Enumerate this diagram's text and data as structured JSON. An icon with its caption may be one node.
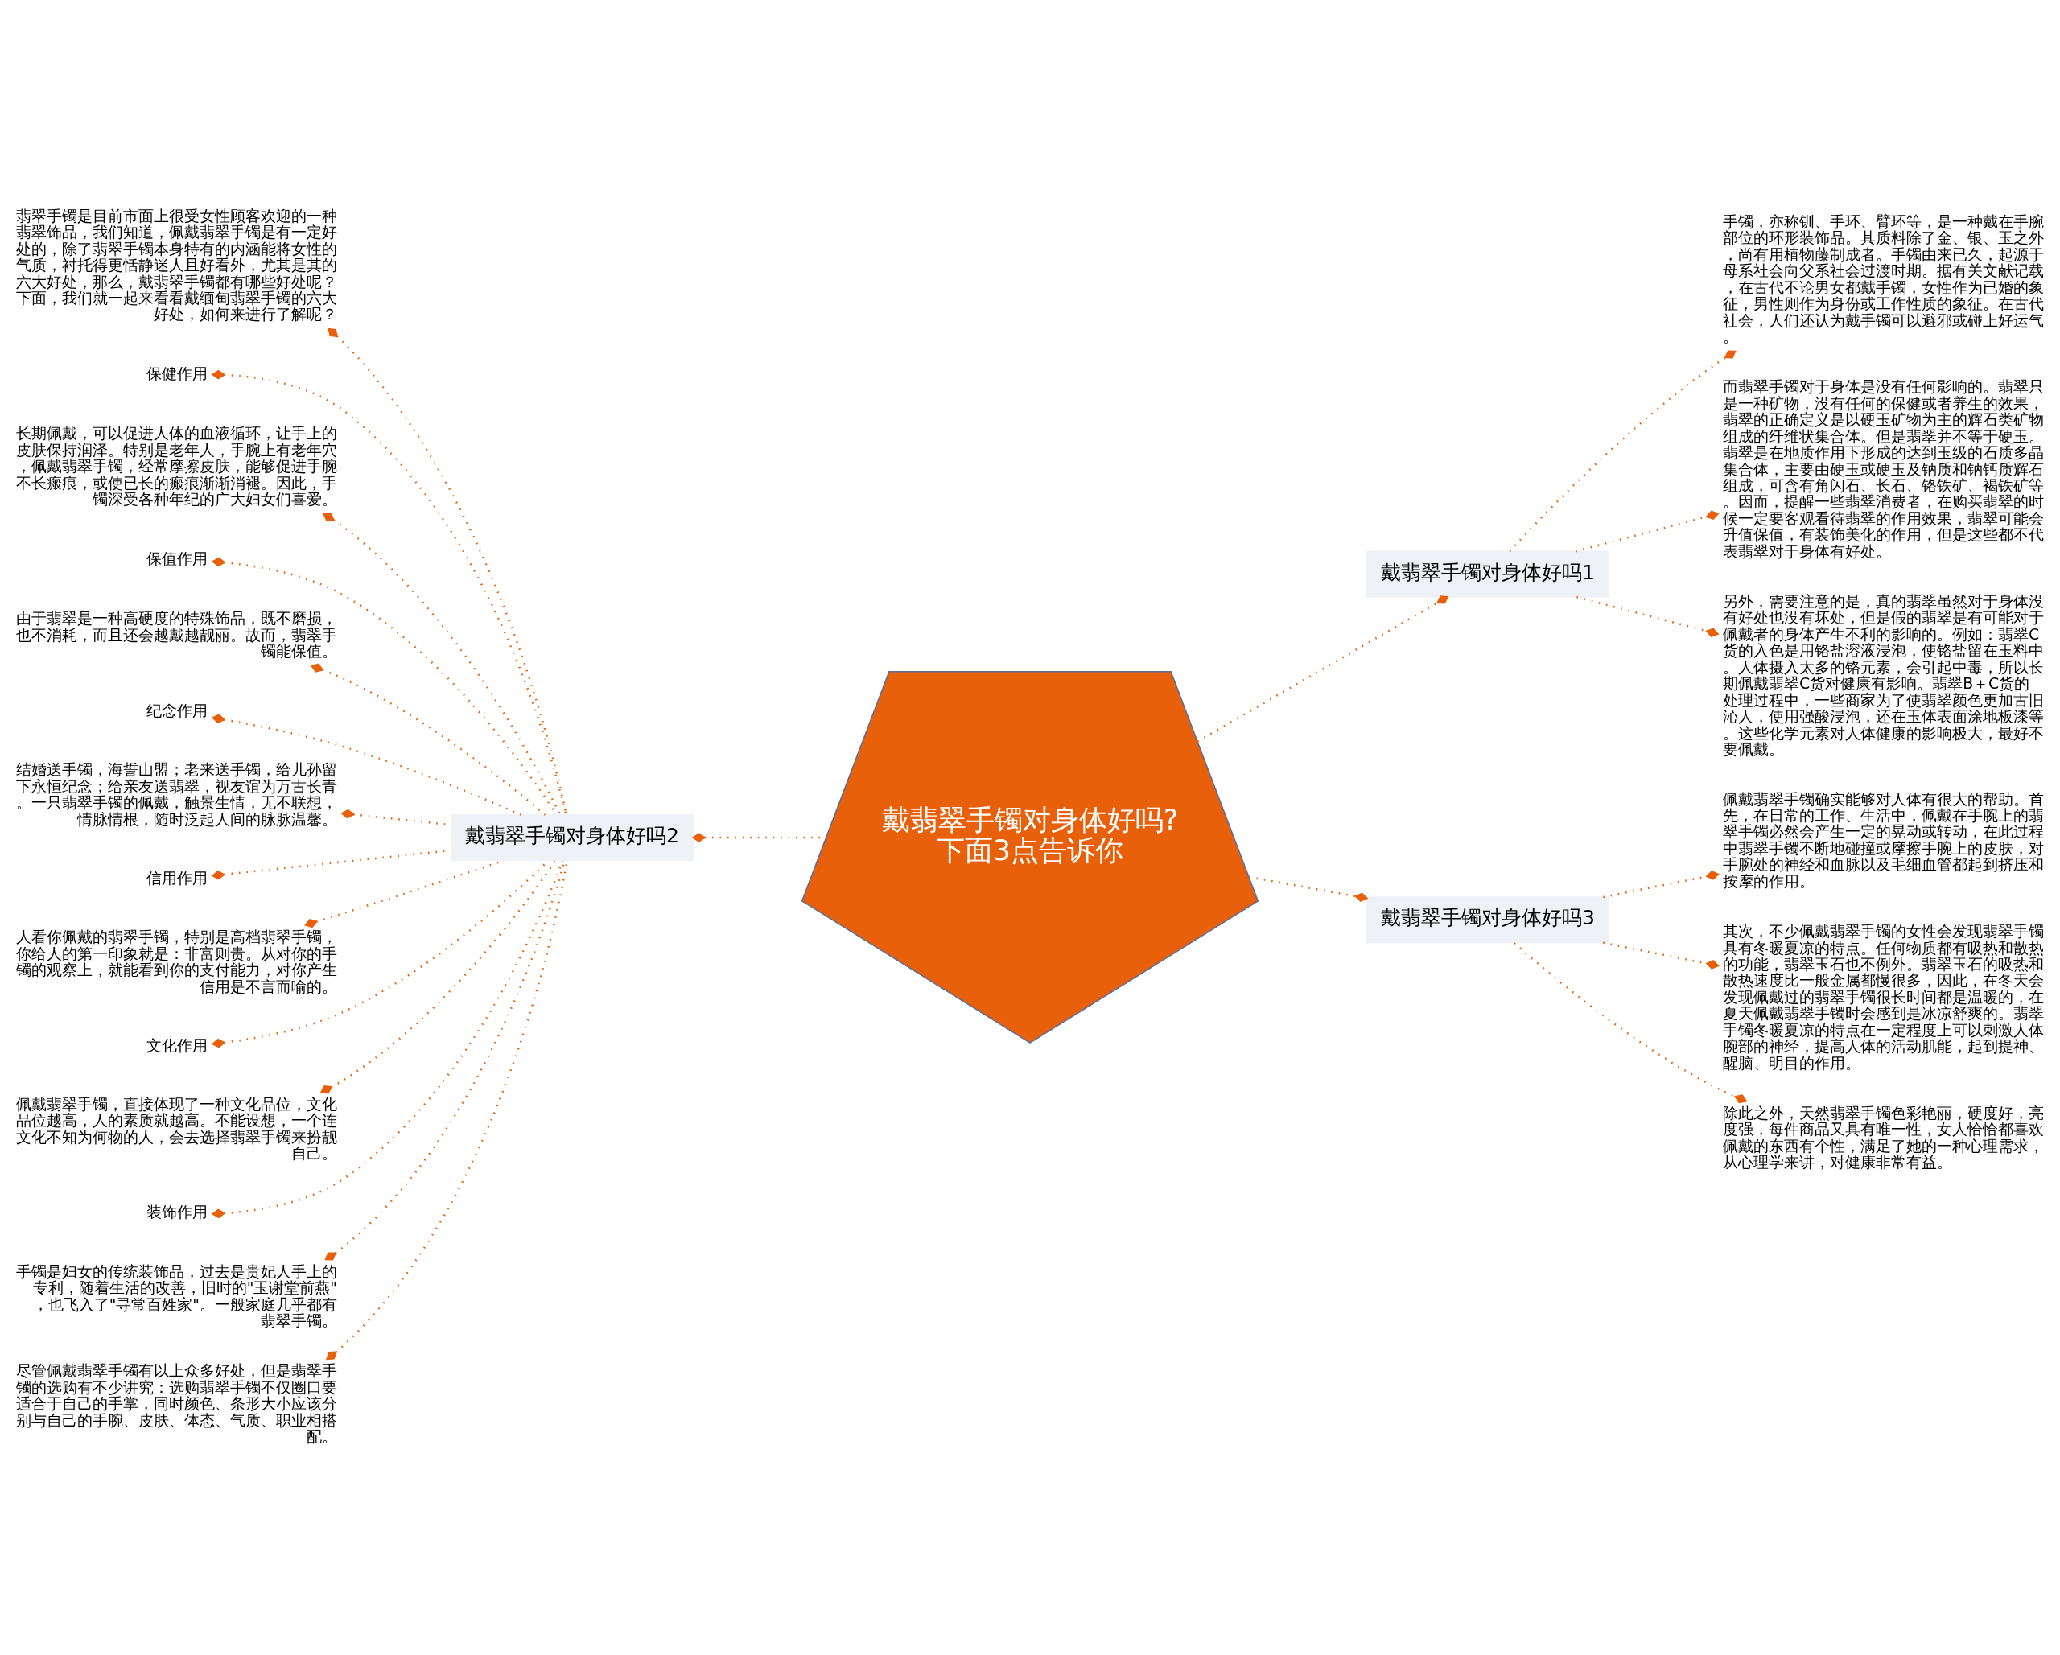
{
  "diagram": {
    "nodes": [
      {
        "text": [
          "戴翡翠手镯对身体好吗?下面3点告诉你"
        ]
      },
      {
        "text": [
          "戴翡翠手镯对身体好吗1"
        ]
      },
      {
        "text": [
          "手镯，亦称钏、手环、臂环等，是一种戴在手腕部位的环形装饰品。其质料除了金、银、玉之外，尚有用植物藤制成者。手镯由来已久，起源于母系社会向父系社会过渡时期。据有关文献记载，在古代不论男女都戴手镯，女性作为已婚的象征，男性则作为身份或工作性质的象征。在古代社会，人们还认为戴手镯可以避邪或碰上好运气。"
        ]
      },
      {
        "text": [
          "而翡翠手镯对于身体是没有任何影响的。翡翠只是一种矿物，没有任何的保健或者养生的效果，翡翠的正确定义是以硬玉矿物为主的辉石类矿物组成的纤维状集合体。但是翡翠并不等于硬玉。翡翠是在地质作用下形成的达到玉级的石质多晶集合体，主要由硬玉或硬玉及钠质和钠钙质辉石组成，可含有角闪石、长石、铬铁矿、褐铁矿等。因而，提醒一些翡翠消费者，在购买翡翠的时候一定要客观看待翡翠的作用效果，翡翠可能会升值保值，有装饰美化的作用，但是这些都不代表翡翠对于身体有好处。"
        ]
      },
      {
        "text": [
          "另外，需要注意的是，真的翡翠虽然对于身体没有好处也没有坏处，但是假的翡翠是有可能对于佩戴者的身体产生不利的影响的。例如：翡翠C货的入色是用铬盐溶液浸泡，使铬盐留在玉料中。人体摄入太多的铬元素，会引起中毒，所以长期佩戴翡翠C货对健康有影响。翡翠B＋C货的处理过程中，一些商家为了使翡翠颜色更加古旧沁人，使用强酸浸泡，还在玉体表面涂地板漆等。这些化学元素对人体健康的影响极大，最好不要佩戴。"
        ]
      },
      {
        "text": [
          "戴翡翠手镯对身体好吗2"
        ]
      },
      {
        "text": [
          "翡翠手镯是目前市面上很受女性顾客欢迎的一种翡翠饰品，我们知道，佩戴翡翠手镯是有一定好处的，除了翡翠手镯本身特有的内涵能将女性的气质，衬托得更恬静迷人且好看外，尤其是其的六大好处，那么，戴翡翠手镯都有哪些好处呢？下面，我们就一起来看看戴缅甸翡翠手镯的六大好处，如何来进行了解呢？"
        ]
      },
      {
        "text": [
          "保健作用"
        ]
      },
      {
        "text": [
          "长期佩戴，可以促进人体的血液循环，让手上的皮肤保持润泽。特别是老年人，手腕上有老年穴，佩戴翡翠手镯，经常摩擦皮肤，能够促进手腕不长瘢痕，或使已长的瘢痕渐渐消褪。因此，手镯深受各种年纪的广大妇女们喜爱。"
        ]
      },
      {
        "text": [
          "保值作用"
        ]
      },
      {
        "text": [
          "由于翡翠是一种高硬度的特殊饰品，既不磨损，也不消耗，而且还会越戴越靓丽。故而，翡翠手镯能保值。"
        ]
      },
      {
        "text": [
          "纪念作用"
        ]
      },
      {
        "text": [
          "结婚送手镯，海誓山盟；老来送手镯，给儿孙留下永恒纪念；给亲友送翡翠，视友谊为万古长青。一只翡翠手镯的佩戴，触景生情，无不联想，情脉情根，随时泛起人间的脉脉温馨。"
        ]
      },
      {
        "text": [
          "信用作用"
        ]
      },
      {
        "text": [
          "人看你佩戴的翡翠手镯，特别是高档翡翠手镯，你给人的第一印象就是：非富则贵。从对你的手镯的观察上，就能看到你的支付能力，对你产生信用是不言而喻的。"
        ]
      },
      {
        "text": [
          "文化作用"
        ]
      },
      {
        "text": [
          "佩戴翡翠手镯，直接体现了一种文化品位，文化品位越高，人的素质就越高。不能设想，一个连文化不知为何物的人，会去选择翡翠手镯来扮靓自己。"
        ]
      },
      {
        "text": [
          "装饰作用"
        ]
      },
      {
        "text": [
          "手镯是妇女的传统装饰品，过去是贵妃人手上的专利，随着生活的改善，旧时的\"玉谢堂前燕\"，也飞入了\"寻常百姓家\"。一般家庭几乎都有翡翠手镯。"
        ]
      },
      {
        "text": [
          "尽管佩戴翡翠手镯有以上众多好处，但是翡翠手镯的选购有不少讲究：选购翡翠手镯不仅圈口要适合于自己的手掌，同时颜色、条形大小应该分别与自己的手腕、皮肤、体态、气质、职业相搭配。"
        ]
      },
      {
        "text": [
          "戴翡翠手镯对身体好吗3"
        ]
      },
      {
        "text": [
          "佩戴翡翠手镯确实能够对人体有很大的帮助。首先，在日常的工作、生活中，佩戴在手腕上的翡翠手镯必然会产生一定的晃动或转动，在此过程中翡翠手镯不断地碰撞或摩擦手腕上的皮肤，对手腕处的神经和血脉以及毛细血管都起到挤压和按摩的作用。"
        ]
      },
      {
        "text": [
          "其次，不少佩戴翡翠手镯的女性会发现翡翠手镯具有冬暖夏凉的特点。任何物质都有吸热和散热的功能，翡翠玉石也不例外。翡翠玉石的吸热和散热速度比一般金属都慢很多，因此，在冬天会发现佩戴过的翡翠手镯很长时间都是温暖的，在夏天佩戴翡翠手镯时会感到是冰凉舒爽的。翡翠手镯冬暖夏凉的特点在一定程度上可以刺激人体腕部的神经，提高人体的活动肌能，起到提神、醒脑、明目的作用。"
        ]
      },
      {
        "text": [
          "除此之外，天然翡翠手镯色彩艳丽，硬度好，亮度强，每件商品又具有唯一性，女人恰恰都喜欢佩戴的东西有个性，满足了她的一种心理需求，从心理学来讲，对健康非常有益。"
        ]
      }
    ],
    "edges": [
      {
        "from": 0,
        "to": 1,
        "arrow": "other"
      },
      {
        "from": 1,
        "to": 2,
        "arrow": "other"
      },
      {
        "from": 1,
        "to": 3,
        "arrow": "other"
      },
      {
        "from": 1,
        "to": 4,
        "arrow": "other"
      },
      {
        "from": 0,
        "to": 5,
        "arrow": "other"
      },
      {
        "from": 5,
        "to": 6,
        "arrow": "other"
      },
      {
        "from": 5,
        "to": 7,
        "arrow": "other"
      },
      {
        "from": 5,
        "to": 8,
        "arrow": "other"
      },
      {
        "from": 5,
        "to": 9,
        "arrow": "other"
      },
      {
        "from": 5,
        "to": 10,
        "arrow": "other"
      },
      {
        "from": 5,
        "to": 11,
        "arrow": "other"
      },
      {
        "from": 5,
        "to": 12,
        "arrow": "other"
      },
      {
        "from": 5,
        "to": 13,
        "arrow": "other"
      },
      {
        "from": 5,
        "to": 14,
        "arrow": "other"
      },
      {
        "from": 5,
        "to": 15,
        "arrow": "other"
      },
      {
        "from": 5,
        "to": 16,
        "arrow": "other"
      },
      {
        "from": 5,
        "to": 17,
        "arrow": "other"
      },
      {
        "from": 5,
        "to": 18,
        "arrow": "other"
      },
      {
        "from": 5,
        "to": 19,
        "arrow": "other"
      },
      {
        "from": 0,
        "to": 20,
        "arrow": "other"
      },
      {
        "from": 20,
        "to": 21,
        "arrow": "other"
      },
      {
        "from": 20,
        "to": 22,
        "arrow": "other"
      },
      {
        "from": 20,
        "to": 23,
        "arrow": "other"
      }
    ]
  }
}
